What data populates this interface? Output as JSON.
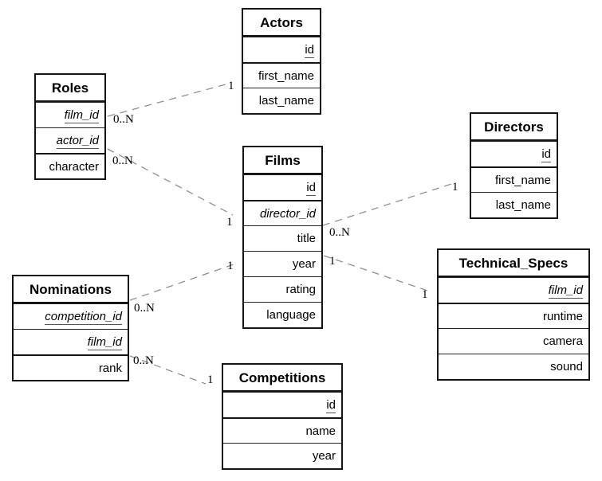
{
  "diagram": {
    "background_color": "#ffffff",
    "table_border_color": "#141414",
    "relationship_line_color": "#8f8f8f",
    "relationship_line_style": "dashed"
  },
  "tables": [
    {
      "name": "Roles",
      "fields": [
        {
          "label": "film_id",
          "primary_key": true,
          "foreign_key": true
        },
        {
          "label": "actor_id",
          "primary_key": true,
          "foreign_key": true
        },
        {
          "label": "character",
          "primary_key": false,
          "foreign_key": false
        }
      ]
    },
    {
      "name": "Actors",
      "fields": [
        {
          "label": "id",
          "primary_key": true,
          "foreign_key": false
        },
        {
          "label": "first_name",
          "primary_key": false,
          "foreign_key": false
        },
        {
          "label": "last_name",
          "primary_key": false,
          "foreign_key": false
        }
      ]
    },
    {
      "name": "Films",
      "fields": [
        {
          "label": "id",
          "primary_key": true,
          "foreign_key": false
        },
        {
          "label": "director_id",
          "primary_key": false,
          "foreign_key": true
        },
        {
          "label": "title",
          "primary_key": false,
          "foreign_key": false
        },
        {
          "label": "year",
          "primary_key": false,
          "foreign_key": false
        },
        {
          "label": "rating",
          "primary_key": false,
          "foreign_key": false
        },
        {
          "label": "language",
          "primary_key": false,
          "foreign_key": false
        }
      ]
    },
    {
      "name": "Directors",
      "fields": [
        {
          "label": "id",
          "primary_key": true,
          "foreign_key": false
        },
        {
          "label": "first_name",
          "primary_key": false,
          "foreign_key": false
        },
        {
          "label": "last_name",
          "primary_key": false,
          "foreign_key": false
        }
      ]
    },
    {
      "name": "Nominations",
      "fields": [
        {
          "label": "competition_id",
          "primary_key": true,
          "foreign_key": true
        },
        {
          "label": "film_id",
          "primary_key": true,
          "foreign_key": true
        },
        {
          "label": "rank",
          "primary_key": false,
          "foreign_key": false
        }
      ]
    },
    {
      "name": "Technical_Specs",
      "fields": [
        {
          "label": "film_id",
          "primary_key": true,
          "foreign_key": true
        },
        {
          "label": "runtime",
          "primary_key": false,
          "foreign_key": false
        },
        {
          "label": "camera",
          "primary_key": false,
          "foreign_key": false
        },
        {
          "label": "sound",
          "primary_key": false,
          "foreign_key": false
        }
      ]
    },
    {
      "name": "Competitions",
      "fields": [
        {
          "label": "id",
          "primary_key": true,
          "foreign_key": false
        },
        {
          "label": "name",
          "primary_key": false,
          "foreign_key": false
        },
        {
          "label": "year",
          "primary_key": false,
          "foreign_key": false
        }
      ]
    }
  ],
  "connectors": [
    {
      "from": "Roles",
      "to": "Actors",
      "from_card": "0..N",
      "to_card": "1"
    },
    {
      "from": "Roles",
      "to": "Films",
      "from_card": "0..N",
      "to_card": "1"
    },
    {
      "from": "Films",
      "to": "Directors",
      "from_card": "0..N",
      "to_card": "1"
    },
    {
      "from": "Films",
      "to": "Technical_Specs",
      "from_card": "1",
      "to_card": "1"
    },
    {
      "from": "Nominations",
      "to": "Films",
      "from_card": "0..N",
      "to_card": "1"
    },
    {
      "from": "Nominations",
      "to": "Competitions",
      "from_card": "0..N",
      "to_card": "1"
    }
  ]
}
